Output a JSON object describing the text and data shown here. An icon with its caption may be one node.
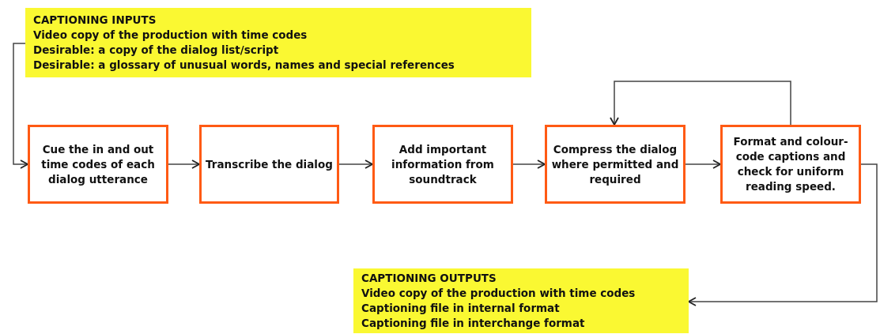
{
  "diagram": {
    "nodes": [
      {
        "text": [
          "CAPTIONING INPUTS",
          "Video copy of the production with time codes",
          "Desirable: a copy of the dialog list/script",
          "Desirable: a glossary of unusual words, names and special references"
        ]
      },
      {
        "text": [
          "Cue the in and out time codes of each dialog utterance"
        ]
      },
      {
        "text": [
          "Transcribe the dialog"
        ]
      },
      {
        "text": [
          "Add important information from soundtrack"
        ]
      },
      {
        "text": [
          "Compress the dialog where permitted and required"
        ]
      },
      {
        "text": [
          "Format and colour-code captions and check for uniform reading speed."
        ]
      },
      {
        "text": [
          "CAPTIONING OUTPUTS",
          "Video copy of the production with time codes",
          "Captioning file in internal format",
          "Captioning file in interchange format"
        ]
      }
    ],
    "edges": [
      {
        "from": 0,
        "to": 1,
        "arrow": "to"
      },
      {
        "from": 1,
        "to": 2,
        "arrow": "to"
      },
      {
        "from": 2,
        "to": 3,
        "arrow": "to"
      },
      {
        "from": 3,
        "to": 4,
        "arrow": "to"
      },
      {
        "from": 4,
        "to": 5,
        "arrow": "to"
      },
      {
        "from": 5,
        "to": 4,
        "arrow": "to"
      },
      {
        "from": 5,
        "to": 6,
        "arrow": "to"
      }
    ]
  }
}
